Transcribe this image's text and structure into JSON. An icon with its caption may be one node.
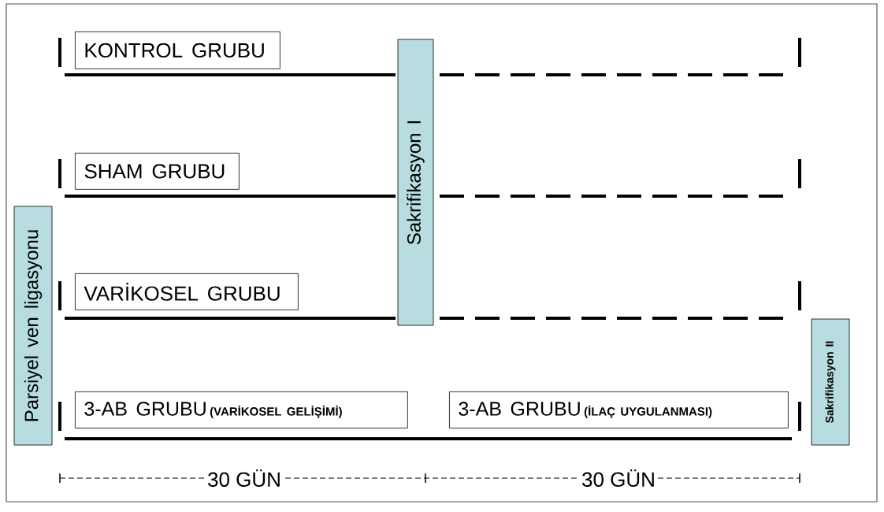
{
  "diagram": {
    "nodes": [
      {
        "text": [
          "Parsiyel ven ligasyonu"
        ]
      },
      {
        "text": [
          "Sakrifikasyon I"
        ]
      },
      {
        "text": [
          "Sakrifikasyon II"
        ]
      },
      {
        "text": [
          "KONTROL GRUBU"
        ]
      },
      {
        "text": [
          "SHAM GRUBU"
        ]
      },
      {
        "text": [
          "VARİKOSEL GRUBU"
        ]
      },
      {
        "text": [
          "3-AB GRUBU",
          "(VARİKOSEL GELİŞİMİ)"
        ]
      },
      {
        "text": [
          "3-AB GRUBU",
          "(İLAÇ UYGULANMASI)"
        ]
      }
    ],
    "labels": [
      "30 GÜN",
      "30 GÜN"
    ]
  }
}
